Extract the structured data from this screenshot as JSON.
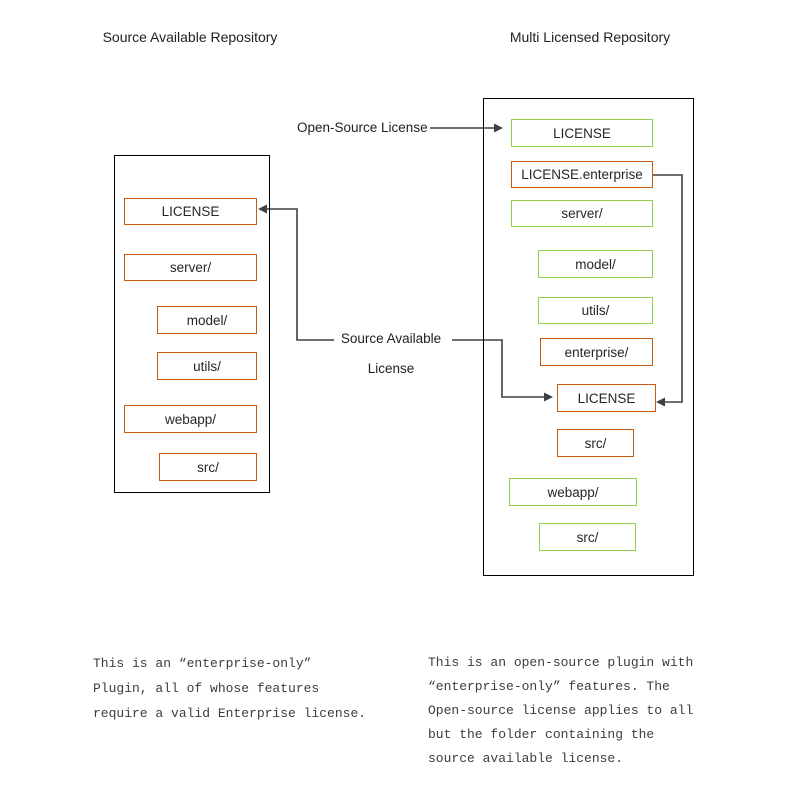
{
  "diagram": {
    "left_repo": {
      "title": "Source Available Repository",
      "items": [
        {
          "label": "LICENSE",
          "color": "orange"
        },
        {
          "label": "server/",
          "color": "orange"
        },
        {
          "label": "model/",
          "color": "orange"
        },
        {
          "label": "utils/",
          "color": "orange"
        },
        {
          "label": "webapp/",
          "color": "orange"
        },
        {
          "label": "src/",
          "color": "orange"
        }
      ]
    },
    "right_repo": {
      "title": "Multi Licensed Repository",
      "items": [
        {
          "label": "LICENSE",
          "color": "green"
        },
        {
          "label": "LICENSE.enterprise",
          "color": "orange"
        },
        {
          "label": "server/",
          "color": "green"
        },
        {
          "label": "model/",
          "color": "green"
        },
        {
          "label": "utils/",
          "color": "green"
        },
        {
          "label": "enterprise/",
          "color": "orange"
        },
        {
          "label": "LICENSE",
          "color": "orange"
        },
        {
          "label": "src/",
          "color": "orange"
        },
        {
          "label": "webapp/",
          "color": "green"
        },
        {
          "label": "src/",
          "color": "green"
        }
      ]
    },
    "connector_labels": {
      "open_source": "Open-Source License",
      "source_available": [
        "Source Available",
        "License"
      ]
    },
    "notes": {
      "left": [
        "This is an “enterprise-only”",
        "Plugin, all of whose features",
        "require a valid Enterprise license."
      ],
      "right": [
        "This is an open-source plugin with",
        "“enterprise-only” features. The",
        "Open-source license applies to all",
        "but the folder containing the",
        "source available license."
      ]
    },
    "colors": {
      "orange_border": "#C55A11",
      "green_border": "#92D050",
      "outer_border": "#000000",
      "connector_line": "#404040"
    }
  }
}
